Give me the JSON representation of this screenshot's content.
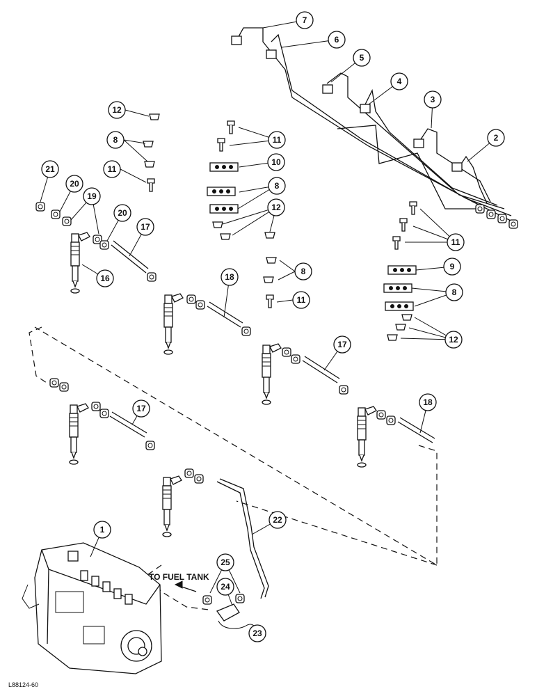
{
  "figure_ref": "L88124-60",
  "note": "TO FUEL TANK",
  "callouts": [
    "1",
    "2",
    "3",
    "4",
    "5",
    "6",
    "7",
    "8",
    "9",
    "10",
    "11",
    "12",
    "16",
    "17",
    "18",
    "19",
    "20",
    "21",
    "22",
    "23",
    "24",
    "25"
  ]
}
